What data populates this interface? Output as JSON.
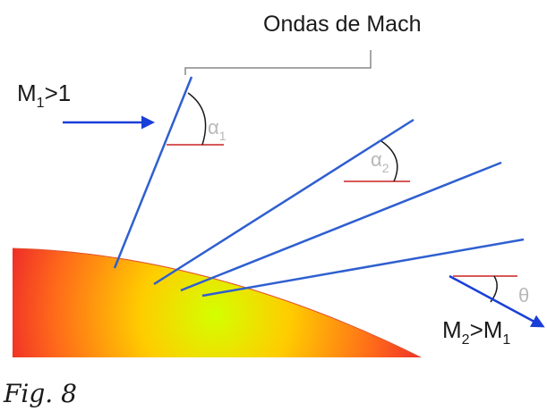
{
  "diagram": {
    "mach_waves_label": "Ondas de Mach",
    "inflow": {
      "label_main": "M",
      "label_sub": "1",
      "label_rest": ">1"
    },
    "outflow": {
      "label_main": "M",
      "label_sub": "2",
      "label_mid": ">M",
      "label_sub2": "1"
    },
    "angles": {
      "alpha1": {
        "symbol": "α",
        "sub": "1"
      },
      "alpha2": {
        "symbol": "α",
        "sub": "2"
      },
      "theta": {
        "symbol": "θ"
      }
    },
    "caption": "Fig. 8",
    "colors": {
      "wave_lines": "#2f5fd0",
      "flow_arrows": "#1a3fd8",
      "reference_lines": "#cc2222",
      "bracket": "#888888",
      "body_gradient": [
        "#d4ff00",
        "#ffcc00",
        "#ff6a1a",
        "#ee2a2a"
      ]
    }
  }
}
